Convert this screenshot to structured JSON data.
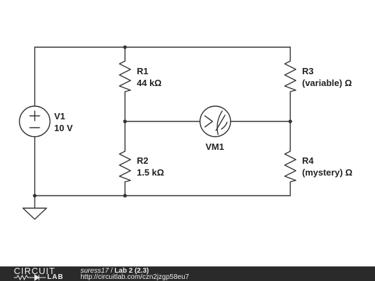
{
  "components": {
    "v1": {
      "name": "V1",
      "value": "10 V"
    },
    "r1": {
      "name": "R1",
      "value": "44 kΩ"
    },
    "r2": {
      "name": "R2",
      "value": "1.5 kΩ"
    },
    "r3": {
      "name": "R3",
      "value": "(variable) Ω"
    },
    "r4": {
      "name": "R4",
      "value": "(mystery) Ω"
    },
    "vm1": {
      "name": "VM1"
    }
  },
  "footer": {
    "logo_top": "CIRCUIT",
    "logo_bottom": "LAB",
    "user": "suress17",
    "separator": " / ",
    "title": "Lab 2 (2.3)",
    "url": "http://circuitlab.com/czn2jzgp58eu7"
  },
  "colors": {
    "wire": "#333333",
    "footer_bg": "#2a2a2a"
  }
}
